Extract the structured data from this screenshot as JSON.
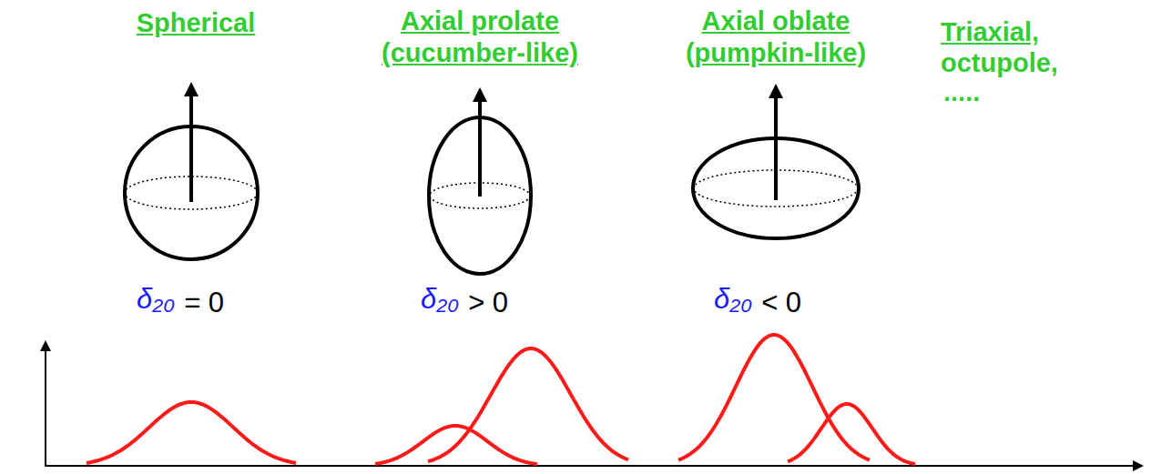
{
  "diagram": {
    "labels": [
      "Spherical",
      "Axial prolate",
      "(cucumber-like)",
      "Axial oblate",
      "(pumpkin-like)",
      "Triaxial,",
      "octupole,",
      ".....",
      "δ₂₀",
      "= 0",
      "δ₂₀",
      "> 0",
      "δ₂₀",
      "< 0"
    ]
  }
}
